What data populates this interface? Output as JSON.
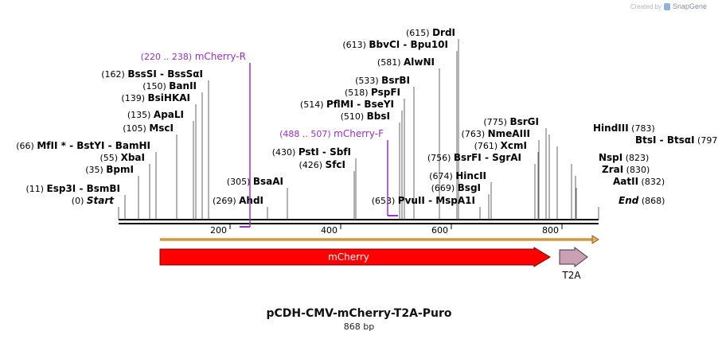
{
  "credit": {
    "prefix": "Created by",
    "brand": "SnapGene",
    "logo_icon": "snapgene-logo-icon"
  },
  "title": "pCDH-CMV-mCherry-T2A-Puro",
  "size_label": "868 bp",
  "ruler": {
    "ticks": [
      200,
      400,
      600,
      800
    ]
  },
  "colors": {
    "primer": "#9b30c8",
    "mcherry": "#ff0000",
    "t2a": "#c9a0b4",
    "orf": "#e8b060",
    "text": "#000000"
  },
  "sites": [
    {
      "pos": "(0)",
      "name": "Start",
      "italic": true
    },
    {
      "pos": "(11)",
      "name": "Esp3I  -  BsmBI"
    },
    {
      "pos": "(35)",
      "name": "BpmI"
    },
    {
      "pos": "(55)",
      "name": "XbaI"
    },
    {
      "pos": "(66)",
      "name": "MfII *  -  BstYI  -  BamHI"
    },
    {
      "pos": "(105)",
      "name": "MscI"
    },
    {
      "pos": "(135)",
      "name": "ApaLI"
    },
    {
      "pos": "(139)",
      "name": "BsiHKAI"
    },
    {
      "pos": "(150)",
      "name": "BanII"
    },
    {
      "pos": "(162)",
      "name": "BssSI  -  BssSαI"
    },
    {
      "pos": "(269)",
      "name": "AhdI"
    },
    {
      "pos": "(305)",
      "name": "BsaAI"
    },
    {
      "pos": "(426)",
      "name": "SfcI"
    },
    {
      "pos": "(430)",
      "name": "PstI  -  SbfI"
    },
    {
      "pos": "(510)",
      "name": "BbsI"
    },
    {
      "pos": "(514)",
      "name": "PflMI  -  BseYI"
    },
    {
      "pos": "(518)",
      "name": "PspFI"
    },
    {
      "pos": "(533)",
      "name": "BsrBI"
    },
    {
      "pos": "(581)",
      "name": "AlwNI"
    },
    {
      "pos": "(613)",
      "name": "BbvCI  -  Bpu10I"
    },
    {
      "pos": "(615)",
      "name": "DrdI"
    },
    {
      "pos": "(653)",
      "name": "PvuII  -  MspA1I"
    },
    {
      "pos": "(669)",
      "name": "BsgI"
    },
    {
      "pos": "(674)",
      "name": "HincII"
    },
    {
      "pos": "(756)",
      "name": "BsrFI  -  SgrAI"
    },
    {
      "pos": "(761)",
      "name": "XcmI"
    },
    {
      "pos": "(763)",
      "name": "NmeAIII"
    },
    {
      "pos": "(775)",
      "name": "BsrGI"
    },
    {
      "pos": "(783)",
      "name": "HindIII"
    },
    {
      "pos": "(797)",
      "name": "BtsI  -  BtsαI"
    },
    {
      "pos": "(823)",
      "name": "NspI"
    },
    {
      "pos": "(830)",
      "name": "ZraI"
    },
    {
      "pos": "(832)",
      "name": "AatII"
    },
    {
      "pos": "(868)",
      "name": "End",
      "italic": true
    }
  ],
  "primers": [
    {
      "name": "mCherry-R",
      "range": "(220 .. 238)"
    },
    {
      "name": "mCherry-F",
      "range": "(488 .. 507)"
    }
  ],
  "features": [
    {
      "name": "mCherry"
    },
    {
      "name": "T2A"
    }
  ]
}
